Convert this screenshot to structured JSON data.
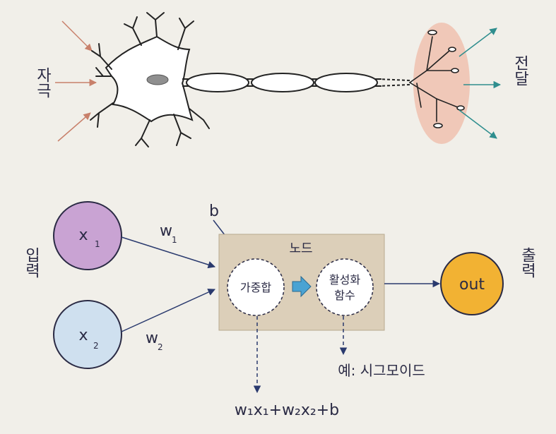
{
  "neuron": {
    "stimulus_label": "자극",
    "transmit_label": "전달"
  },
  "network": {
    "input_label": "입력",
    "output_label": "출력",
    "x1": "x",
    "x1_sub": "1",
    "x2": "x",
    "x2_sub": "2",
    "w1": "w",
    "w1_sub": "1",
    "w2": "w",
    "w2_sub": "2",
    "bias": "b",
    "node_title": "노드",
    "weighted_sum": "가중합",
    "activation_line1": "활성화",
    "activation_line2": "함수",
    "out": "out",
    "formula": "w₁x₁+w₂x₂+b",
    "example": "예: 시그모이드"
  },
  "colors": {
    "x1_fill": "#c9a3d3",
    "x2_fill": "#cfe0ef",
    "node_fill": "#dccfb9",
    "out_fill": "#f2b233",
    "stimulus_arrow": "#c8806b",
    "transmit_arrow": "#2f8e8e",
    "terminal_fill": "#f0c3b3",
    "text": "#2a2a44",
    "block_arrow": "#4aa3d3"
  }
}
